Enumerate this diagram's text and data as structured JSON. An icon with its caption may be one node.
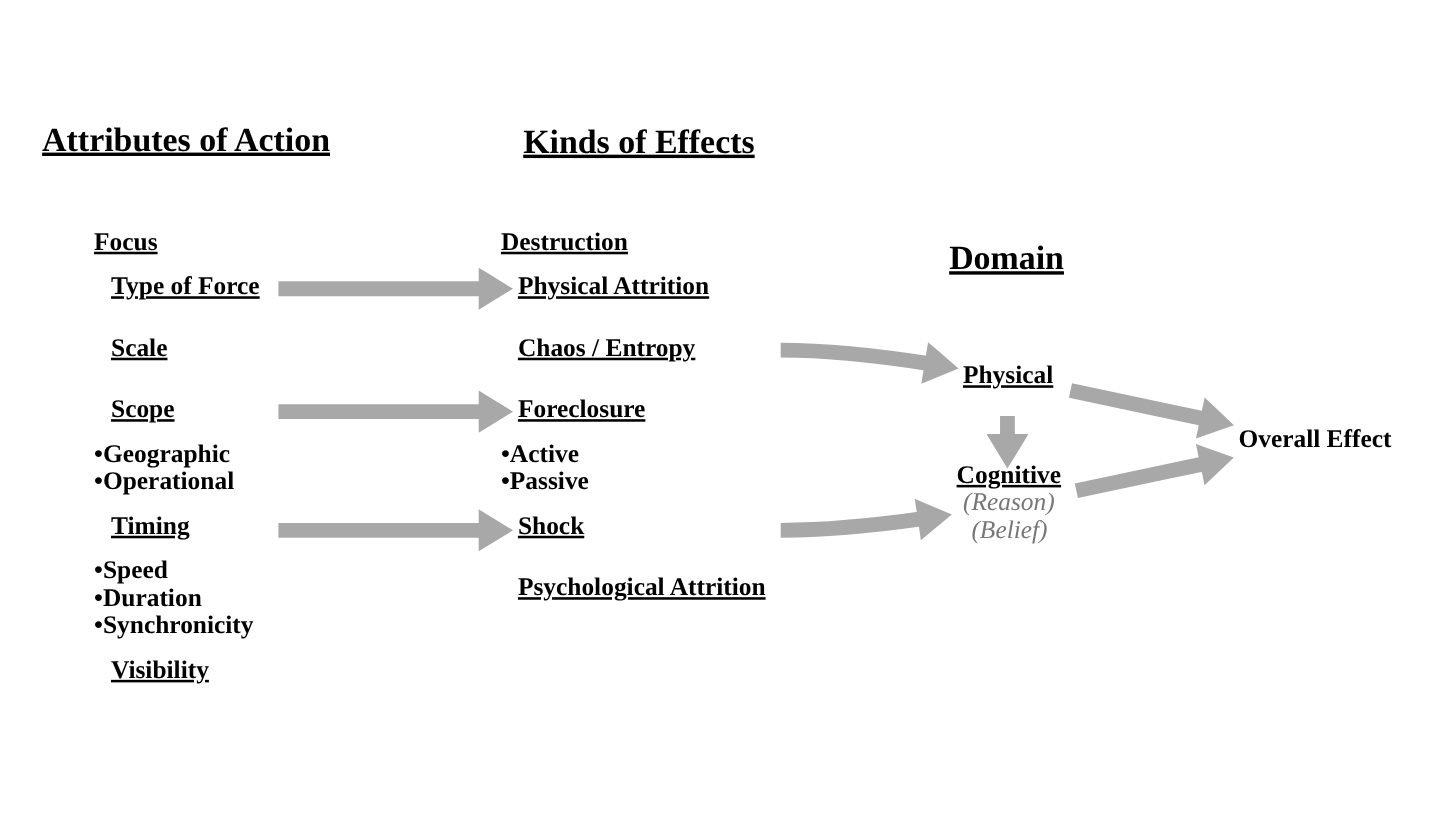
{
  "diagram": {
    "nodes": [
      {
        "text": [
          "Focus",
          "Type of Force",
          "Scale",
          "Scope",
          "•Geographic",
          "•Operational",
          "Timing",
          "•Speed",
          "•Duration",
          "•Synchronicity",
          "Visibility"
        ]
      },
      {
        "text": [
          "Destruction",
          "Physical Attrition",
          "Chaos / Entropy",
          "Foreclosure",
          "•Active",
          "•Passive",
          "Shock",
          "Psychological Attrition"
        ]
      },
      {
        "text": [
          "Physical"
        ]
      },
      {
        "text": [
          "Cognitive",
          "(Reason)",
          "(Belief)"
        ]
      },
      {
        "text": [
          "Overall Effect"
        ]
      }
    ],
    "edges": [
      {
        "from": 0,
        "to": 1,
        "arrow": "to"
      },
      {
        "from": 0,
        "to": 1,
        "arrow": "to"
      },
      {
        "from": 0,
        "to": 1,
        "arrow": "to"
      },
      {
        "from": 1,
        "to": 2,
        "arrow": "to"
      },
      {
        "from": 1,
        "to": 3,
        "arrow": "to"
      },
      {
        "from": 2,
        "to": 3,
        "arrow": "to"
      },
      {
        "from": 2,
        "to": 4,
        "arrow": "to"
      },
      {
        "from": 3,
        "to": 4,
        "arrow": "to"
      }
    ],
    "labels": [
      "Attributes of Action",
      "Kinds of Effects",
      "Domain"
    ]
  }
}
